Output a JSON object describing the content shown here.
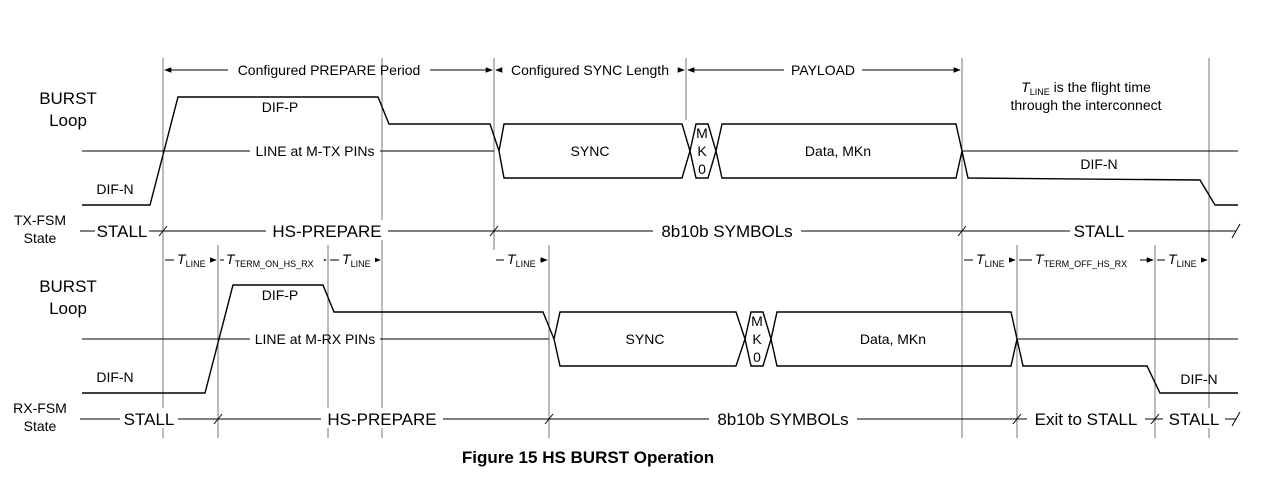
{
  "top_labels": {
    "prepare_period": "Configured PREPARE Period",
    "sync_length": "Configured SYNC Length",
    "payload": "PAYLOAD",
    "tline_note_line1_suffix": " is the flight time",
    "tline_note_line2": "through the interconnect"
  },
  "tx": {
    "signal_name_line1": "BURST",
    "signal_name_line2": "Loop",
    "dif_p": "DIF-P",
    "dif_n_left": "DIF-N",
    "dif_n_right": "DIF-N",
    "line_label": "LINE at M-TX PINs",
    "sync": "SYNC",
    "mk0": [
      "M",
      "K",
      "0"
    ],
    "data": "Data, MKn",
    "fsm_label_line1": "TX-FSM",
    "fsm_label_line2": "State",
    "fsm_states": [
      "STALL",
      "HS-PREPARE",
      "8b10b SYMBOLs",
      "STALL"
    ]
  },
  "timing": {
    "t": "T",
    "line_sub": "LINE",
    "term_on_sub": "TERM_ON_HS_RX",
    "term_off_sub": "TERM_OFF_HS_RX"
  },
  "rx": {
    "signal_name_line1": "BURST",
    "signal_name_line2": "Loop",
    "dif_p": "DIF-P",
    "dif_n_left": "DIF-N",
    "dif_n_right": "DIF-N",
    "line_label": "LINE at M-RX PINs",
    "sync": "SYNC",
    "mk0": [
      "M",
      "K",
      "0"
    ],
    "data": "Data, MKn",
    "fsm_label_line1": "RX-FSM",
    "fsm_label_line2": "State",
    "fsm_states": [
      "STALL",
      "HS-PREPARE",
      "8b10b SYMBOLs",
      "Exit to STALL",
      "STALL"
    ]
  },
  "caption": "Figure 15 HS BURST Operation"
}
